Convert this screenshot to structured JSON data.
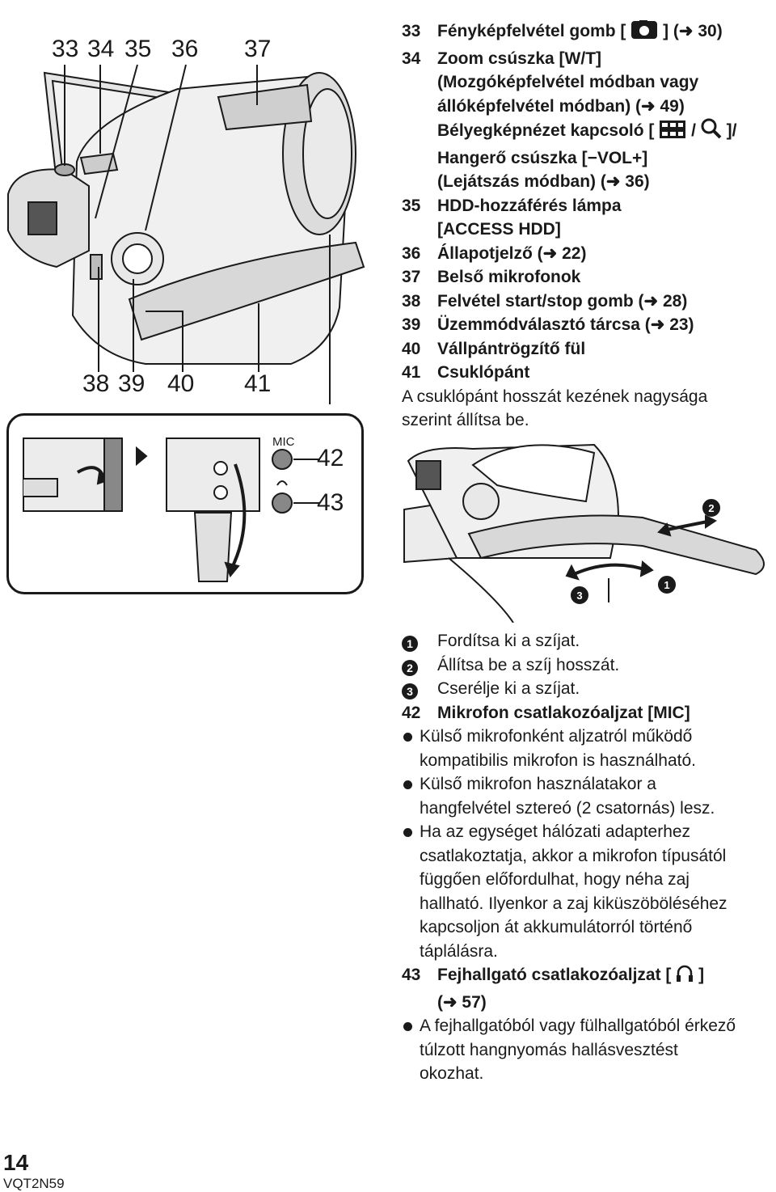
{
  "camera_callouts": {
    "top": [
      "33",
      "34",
      "35",
      "36",
      "37"
    ],
    "bottom": [
      "38",
      "39",
      "40",
      "41"
    ]
  },
  "jack_panel": {
    "mic_label": "MIC",
    "n42": "42",
    "n43": "43"
  },
  "strap_fig": {
    "step1": "1",
    "step2": "2",
    "step3": "3"
  },
  "entries": {
    "e33": {
      "num": "33",
      "pre": "Fényképfelvétel gomb [",
      "post": "] (➜ 30)"
    },
    "e34": {
      "num": "34",
      "l1": "Zoom csúszka [W/T]",
      "l2": "(Mozgóképfelvétel módban vagy",
      "l3": "állóképfelvétel módban) (➜ 49)",
      "l4_pre": "Bélyegképnézet kapcsoló [",
      "l4_mid": "/",
      "l4_post": "]/",
      "l5": "Hangerő csúszka [−VOL+]",
      "l6": "(Lejátszás módban) (➜ 36)"
    },
    "e35": {
      "num": "35",
      "l1": "HDD-hozzáférés lámpa",
      "l2": "[ACCESS HDD]"
    },
    "e36": {
      "num": "36",
      "text": "Állapotjelző (➜ 22)"
    },
    "e37": {
      "num": "37",
      "text": "Belső mikrofonok"
    },
    "e38": {
      "num": "38",
      "text": "Felvétel start/stop gomb (➜ 28)"
    },
    "e39": {
      "num": "39",
      "text": "Üzemmódválasztó tárcsa (➜ 23)"
    },
    "e40": {
      "num": "40",
      "text": "Vállpántrögzítő fül"
    },
    "e41": {
      "num": "41",
      "text": "Csuklópánt",
      "desc1": "A csuklópánt hosszát kezének nagysága",
      "desc2": "szerint állítsa be."
    }
  },
  "steps": [
    {
      "n": "1",
      "text": "Fordítsa ki a szíjat."
    },
    {
      "n": "2",
      "text": "Állítsa be a szíj hosszát."
    },
    {
      "n": "3",
      "text": "Cserélje ki a szíjat."
    }
  ],
  "e42": {
    "num": "42",
    "title": "Mikrofon csatlakozóaljzat [MIC]",
    "bullets": [
      [
        "Külső mikrofonként aljzatról működő",
        "kompatibilis mikrofon is használható."
      ],
      [
        "Külső mikrofon használatakor a",
        "hangfelvétel sztereó (2 csatornás) lesz."
      ],
      [
        "Ha az egységet hálózati adapterhez",
        "csatlakoztatja, akkor a mikrofon típusától",
        "függően előfordulhat, hogy néha zaj",
        "hallható. Ilyenkor a zaj kiküszöböléséhez",
        "kapcsoljon át akkumulátorról történő",
        "táplálásra."
      ]
    ]
  },
  "e43": {
    "num": "43",
    "title_pre": "Fejhallgató csatlakozóaljzat [",
    "title_post": "]",
    "ref": "(➜ 57)",
    "bullets": [
      [
        "A fejhallgatóból vagy fülhallgatóból érkező",
        "túlzott hangnyomás hallásvesztést",
        "okozhat."
      ]
    ]
  },
  "footer": {
    "page": "14",
    "code": "VQT2N59"
  }
}
